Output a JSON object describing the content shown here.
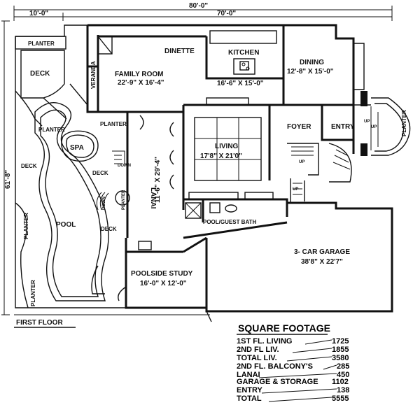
{
  "dimensions": {
    "overall_width": "80'-0\"",
    "left_width": "10'-0\"",
    "right_width": "70'-0\"",
    "overall_depth": "61'-8\""
  },
  "rooms": {
    "dinette": "DINETTE",
    "family_room": "FAMILY ROOM",
    "family_room_size": "22'-9\" X 16'-4\"",
    "kitchen": "KITCHEN",
    "kitchen_size": "16'-6\" X 15'-0\"",
    "dining": "DINING",
    "dining_size": "12'-8\" X 15'-0\"",
    "deck_top": "DECK",
    "veranda": "VERANDA",
    "planter_top": "PLANTER",
    "planter_left": "PLANTER",
    "planter_mid": "PLANTER",
    "planter_right": "PLANTER",
    "planter_side": "PLANTER",
    "planter_bottom": "PLANTER",
    "planter_small": "PLANTER",
    "spa": "SPA",
    "deck_left": "DECK",
    "deck_mid": "DECK",
    "deck_pool": "DECK",
    "down_1": "DOWN",
    "down_2": "DOWN",
    "lanai": "LANAI",
    "lanai_size": "11'-6\" X 29'-4\"",
    "living": "LIVING",
    "living_size": "17'8\" X 21'0\"",
    "foyer": "FOYER",
    "entry": "ENTRY",
    "up_1": "UP",
    "up_2": "UP",
    "up_3": "UP",
    "up_4": "UP",
    "pool": "POOL",
    "pool_bath": "POOL/GUEST BATH",
    "garage": "3- CAR GARAGE",
    "garage_size": "38'8\" X 22'7\"",
    "poolside_study": "POOLSIDE STUDY",
    "study_size": "16'-0\" X 12'-0\"",
    "first_floor": "FIRST FLOOR"
  },
  "square_footage": {
    "title": "SQUARE FOOTAGE",
    "rows": [
      {
        "label": "1ST FL. LIVING",
        "value": "1725"
      },
      {
        "label": "2ND FL LIV.",
        "value": "1855"
      },
      {
        "label": "TOTAL LIV.",
        "value": "3580"
      },
      {
        "label": "2ND FL. BALCONY'S",
        "value": "285"
      },
      {
        "label": "LANAI",
        "value": "450"
      },
      {
        "label": "GARAGE & STORAGE",
        "value": "1102"
      },
      {
        "label": "ENTRY",
        "value": "138"
      },
      {
        "label": "TOTAL",
        "value": "5555"
      }
    ]
  }
}
